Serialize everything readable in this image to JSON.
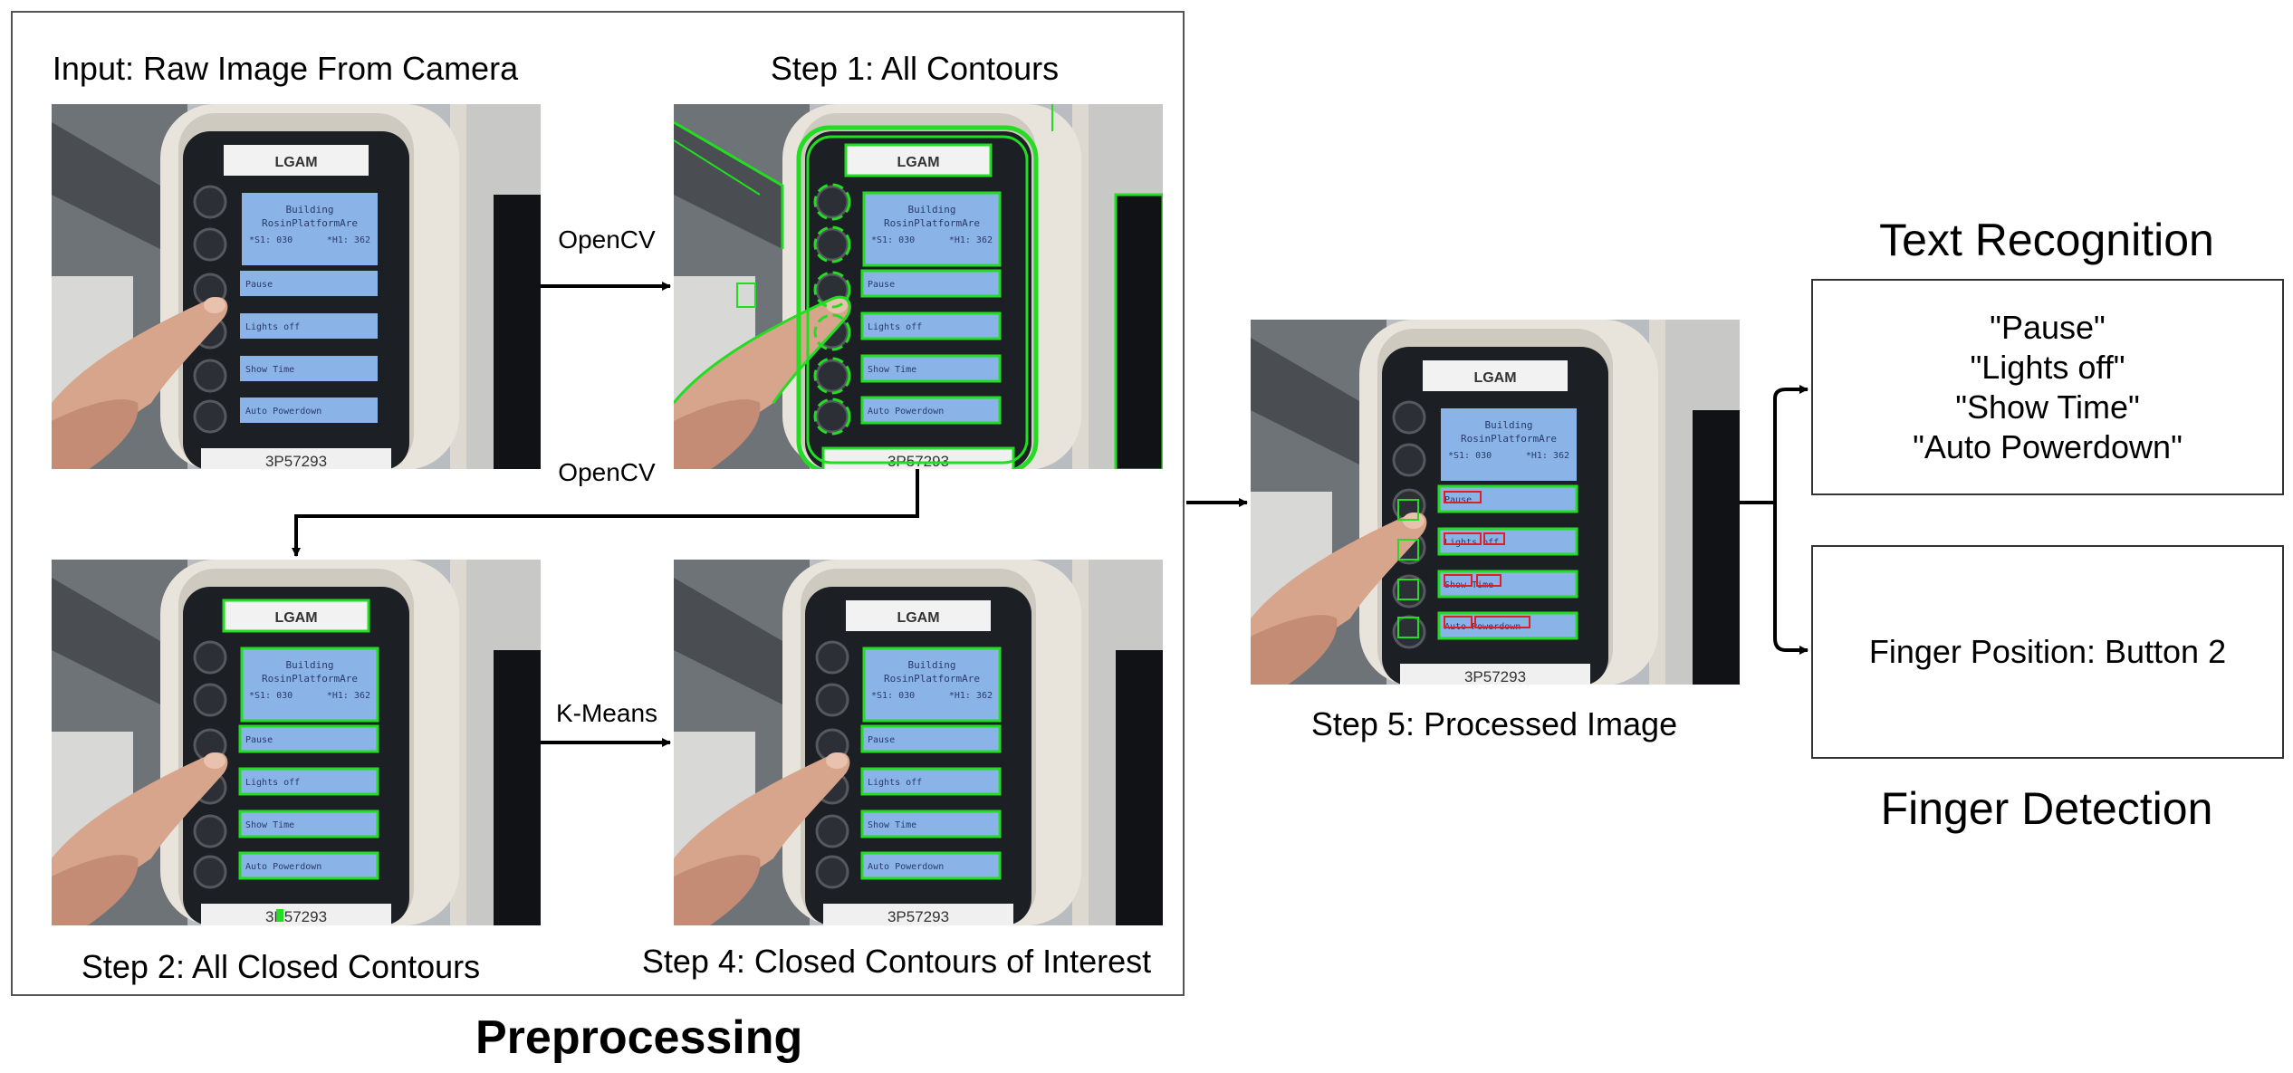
{
  "preprocessing": {
    "title": "Preprocessing",
    "steps": {
      "input": {
        "caption": "Input: Raw Image From Camera"
      },
      "step1": {
        "caption": "Step 1: All Contours"
      },
      "step2": {
        "caption": "Step 2: All Closed Contours"
      },
      "step4": {
        "caption": "Step 4: Closed Contours of Interest"
      }
    },
    "arrows": {
      "input_to_step1": "OpenCV",
      "step1_to_step2": "OpenCV",
      "step2_to_step4": "K-Means"
    }
  },
  "step5": {
    "caption": "Step 5: Processed Image"
  },
  "device": {
    "brand": "LGAM",
    "serial": "3P57293",
    "screen_lines": [
      "Building",
      "RosinPlatformAre",
      "*S1: 030",
      "*H1: 362"
    ],
    "buttons": [
      "Pause",
      "Lights off",
      "Show Time",
      "Auto Powerdown"
    ]
  },
  "text_recognition": {
    "title": "Text Recognition",
    "results": [
      "\"Pause\"",
      "\"Lights off\"",
      "\"Show Time\"",
      "\"Auto Powerdown\""
    ]
  },
  "finger_detection": {
    "title": "Finger Detection",
    "result": "Finger Position: Button 2"
  },
  "colors": {
    "contour": "#22dd22",
    "box_red": "#e02020",
    "screen": "#8ab4e8",
    "panel": "#1c1f24",
    "housing": "#e8e4dc"
  }
}
